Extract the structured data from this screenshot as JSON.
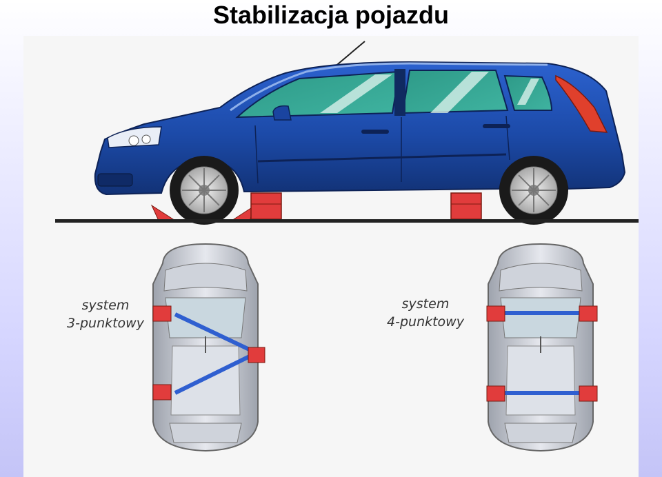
{
  "title": "Stabilizacja pojazdu",
  "diagrams": [
    {
      "id": "three_point",
      "line1": "system",
      "line2": "3-punktowy"
    },
    {
      "id": "four_point",
      "line1": "system",
      "line2": "4-punktowy"
    }
  ],
  "colors": {
    "car_body": "#1c4aa8",
    "window_tint": "#2e9a88",
    "support_block": "#e13c3c",
    "strap": "#2f5fd0"
  }
}
